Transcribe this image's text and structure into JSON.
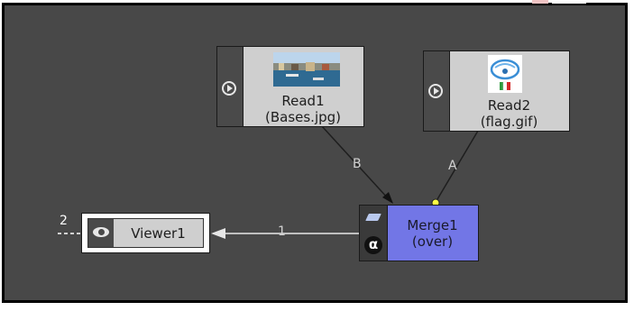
{
  "nodes": {
    "read1": {
      "name": "Read1",
      "file": "(Bases.jpg)"
    },
    "read2": {
      "name": "Read2",
      "file": "(flag.gif)"
    },
    "merge1": {
      "name": "Merge1",
      "op": "(over)"
    },
    "viewer1": {
      "name": "Viewer1"
    }
  },
  "wires": {
    "b_label": "B",
    "a_label": "A",
    "viewer_input_label": "1"
  },
  "viewer_input_count": "2",
  "colors": {
    "canvas": "#484848",
    "merge_node": "#7276e6",
    "read_node": "#cfcfcf",
    "wire": "#202020",
    "viewer_wire": "#d2d2d2"
  },
  "icons": [
    "play-icon",
    "eye-icon",
    "mask-icon",
    "alpha-icon"
  ]
}
